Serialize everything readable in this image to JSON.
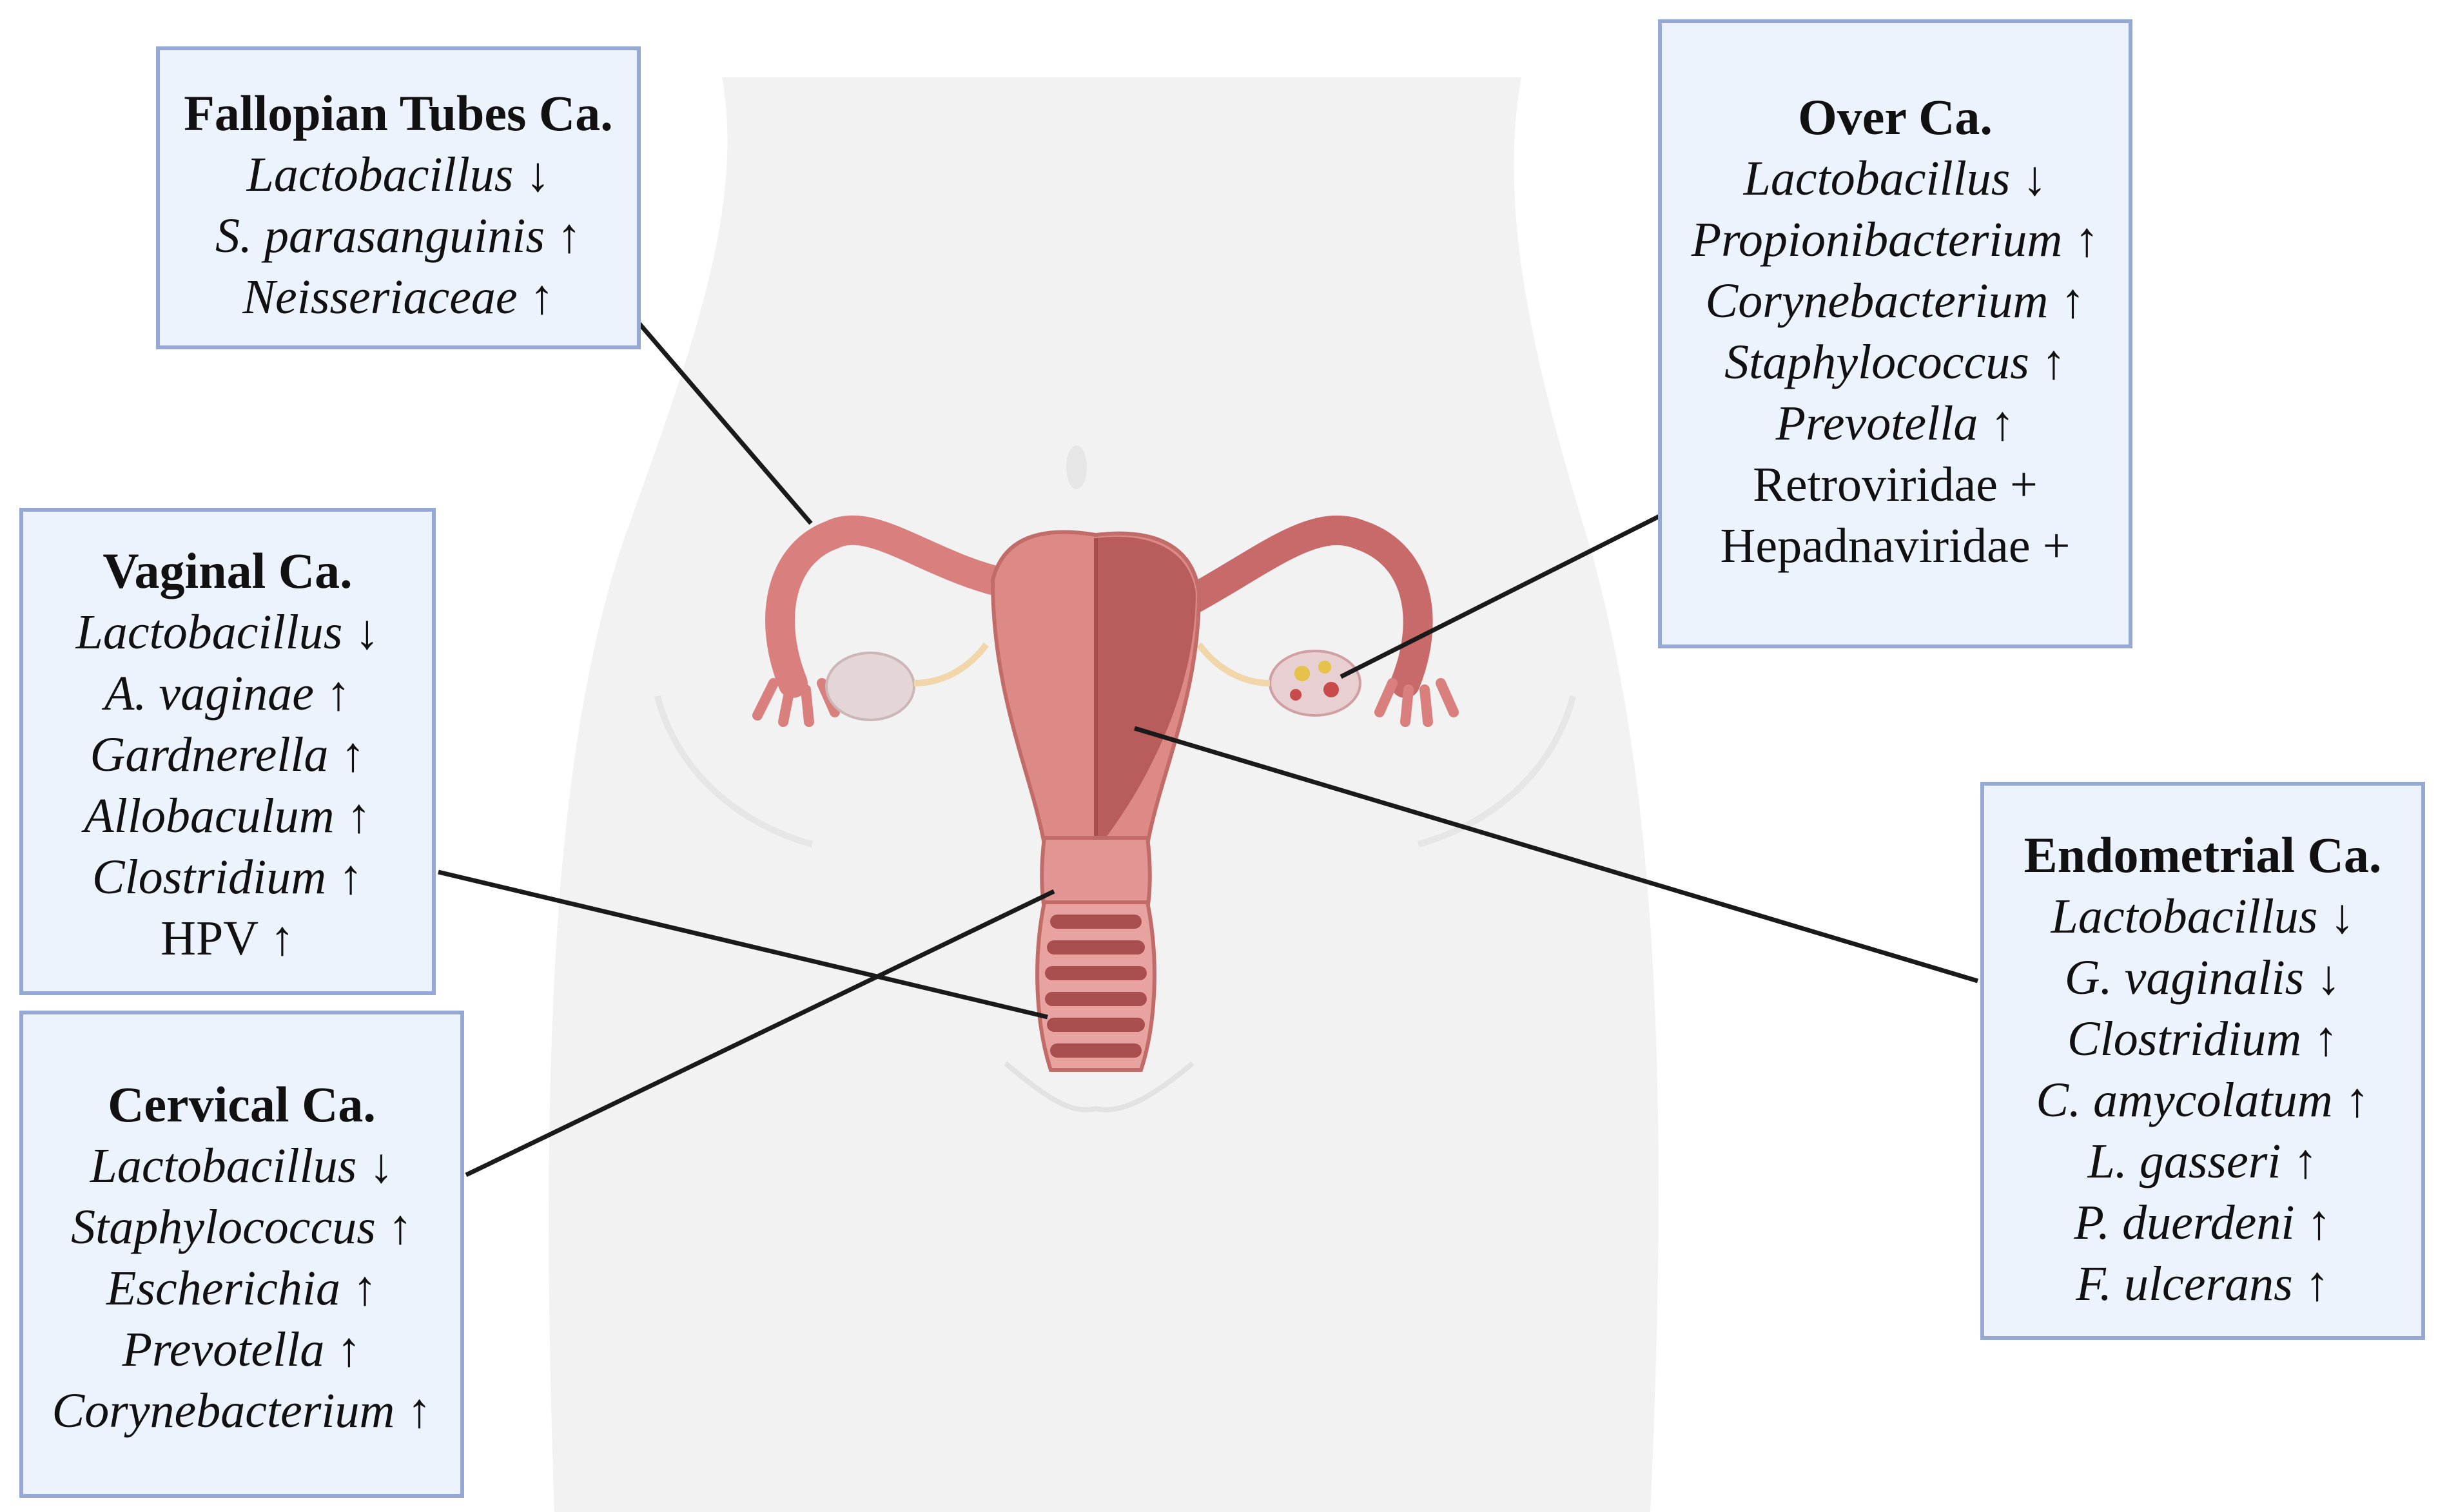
{
  "colors": {
    "box_fill": "#edf3fc",
    "box_border": "#96a9d4",
    "leader_line": "#1a1a1a",
    "body_silhouette": "#f1f1f1",
    "uterus_tissue": "#d9807e",
    "uterus_inner": "#b85a5a",
    "ovary": "#e2d4d4"
  },
  "callouts": {
    "fallopian": {
      "title": "Fallopian Tubes Ca.",
      "items": [
        {
          "taxon": "Lactobacillus",
          "mark": "↓",
          "italic": true
        },
        {
          "taxon": "S. parasanguinis",
          "mark": "↑",
          "italic": true
        },
        {
          "taxon": "Neisseriaceae",
          "mark": "↑",
          "italic": true
        }
      ]
    },
    "ovary": {
      "title": "Over Ca.",
      "items": [
        {
          "taxon": "Lactobacillus",
          "mark": "↓",
          "italic": true
        },
        {
          "taxon": "Propionibacterium",
          "mark": "↑",
          "italic": true
        },
        {
          "taxon": "Corynebacterium",
          "mark": "↑",
          "italic": true
        },
        {
          "taxon": "Staphylococcus",
          "mark": "↑",
          "italic": true
        },
        {
          "taxon": "Prevotella",
          "mark": "↑",
          "italic": true
        },
        {
          "taxon": "Retroviridae",
          "mark": "+",
          "italic": false
        },
        {
          "taxon": "Hepadnaviridae",
          "mark": "+",
          "italic": false
        }
      ]
    },
    "vaginal": {
      "title": "Vaginal Ca.",
      "items": [
        {
          "taxon": "Lactobacillus",
          "mark": "↓",
          "italic": true
        },
        {
          "taxon": "A. vaginae",
          "mark": "↑",
          "italic": true
        },
        {
          "taxon": "Gardnerella",
          "mark": "↑",
          "italic": true
        },
        {
          "taxon": "Allobaculum",
          "mark": "↑",
          "italic": true
        },
        {
          "taxon": "Clostridium",
          "mark": "↑",
          "italic": true
        },
        {
          "taxon": "HPV",
          "mark": "↑",
          "italic": false
        }
      ]
    },
    "cervical": {
      "title": "Cervical Ca.",
      "items": [
        {
          "taxon": "Lactobacillus",
          "mark": "↓",
          "italic": true
        },
        {
          "taxon": "Staphylococcus",
          "mark": "↑",
          "italic": true
        },
        {
          "taxon": "Escherichia",
          "mark": "↑",
          "italic": true
        },
        {
          "taxon": "Prevotella",
          "mark": "↑",
          "italic": true
        },
        {
          "taxon": "Corynebacterium",
          "mark": "↑",
          "italic": true
        }
      ]
    },
    "endometrial": {
      "title": "Endometrial Ca.",
      "items": [
        {
          "taxon": "Lactobacillus",
          "mark": "↓",
          "italic": true
        },
        {
          "taxon": "G. vaginalis",
          "mark": "↓",
          "italic": true
        },
        {
          "taxon": "Clostridium",
          "mark": "↑",
          "italic": true
        },
        {
          "taxon": "C. amycolatum",
          "mark": "↑",
          "italic": true
        },
        {
          "taxon": "L. gasseri",
          "mark": "↑",
          "italic": true
        },
        {
          "taxon": "P. duerdeni",
          "mark": "↑",
          "italic": true
        },
        {
          "taxon": "F. ulcerans",
          "mark": "↑",
          "italic": true
        }
      ]
    }
  }
}
